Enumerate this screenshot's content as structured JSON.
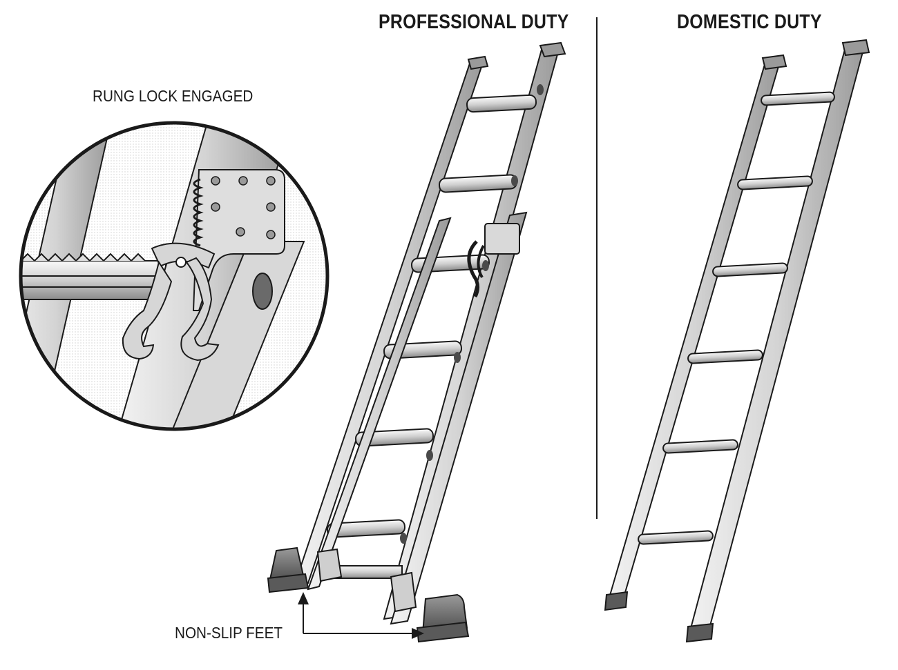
{
  "headings": {
    "professional": "PROFESSIONAL DUTY",
    "domestic": "DOMESTIC DUTY"
  },
  "callouts": {
    "rung_lock": "RUNG LOCK ENGAGED",
    "feet": "NON-SLIP FEET"
  },
  "colors": {
    "ink": "#1a1a1a",
    "metal_light": "#e9e9e9",
    "metal_mid": "#c8c8c8",
    "metal_dark": "#8f8f8f",
    "rubber": "#6e6e6e"
  }
}
